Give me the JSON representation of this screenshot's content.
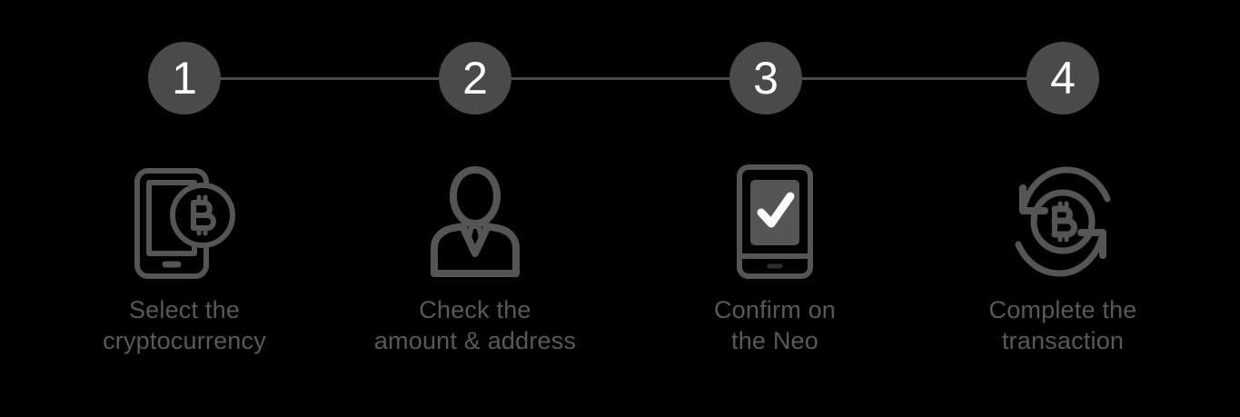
{
  "theme": {
    "background": "#000000",
    "accent_gray": "#4a4a4a",
    "icon_gray": "#555555",
    "text_gray": "#595959",
    "check_white": "#ffffff"
  },
  "stepper": {
    "steps": [
      {
        "number": "1"
      },
      {
        "number": "2"
      },
      {
        "number": "3"
      },
      {
        "number": "4"
      }
    ]
  },
  "steps": [
    {
      "number": "1",
      "icon": "smartphone-bitcoin-icon",
      "caption_line1": "Select the",
      "caption_line2": "cryptocurrency"
    },
    {
      "number": "2",
      "icon": "person-suit-icon",
      "caption_line1": "Check the",
      "caption_line2": "amount & address"
    },
    {
      "number": "3",
      "icon": "phone-checkmark-icon",
      "caption_line1": "Confirm on",
      "caption_line2": "the Neo"
    },
    {
      "number": "4",
      "icon": "bitcoin-exchange-arrows-icon",
      "caption_line1": "Complete the",
      "caption_line2": "transaction"
    }
  ]
}
